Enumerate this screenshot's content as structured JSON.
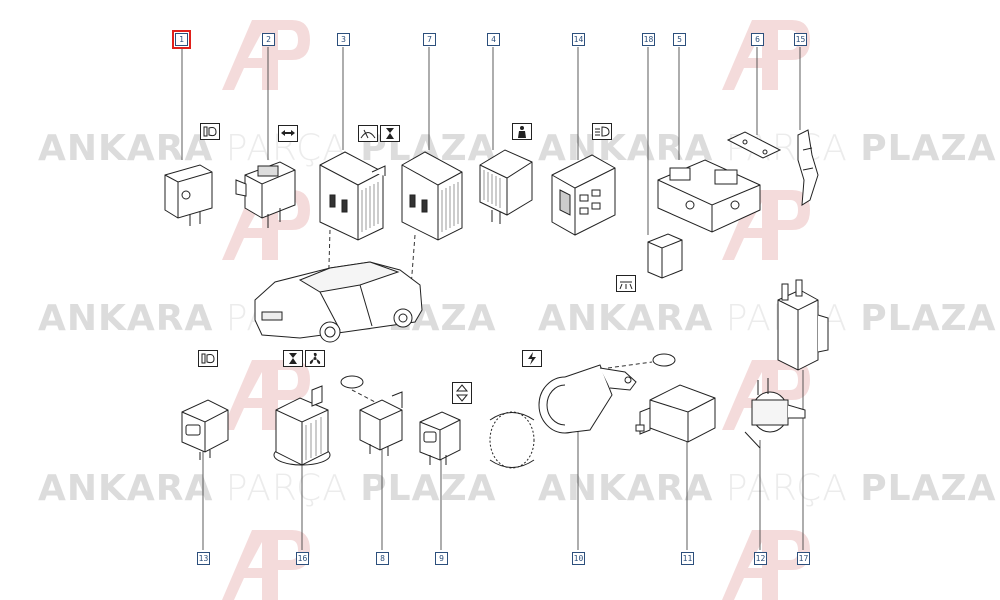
{
  "watermark": {
    "brand_bold": "ANKARA",
    "brand_light": "PARÇA",
    "brand_bold2": "PLAZA",
    "logo": "AP"
  },
  "diagram": {
    "selected_callout": "1",
    "callouts": [
      "1",
      "2",
      "3",
      "7",
      "4",
      "14",
      "18",
      "5",
      "6",
      "15",
      "13",
      "16",
      "8",
      "9",
      "10",
      "11",
      "12",
      "17"
    ]
  },
  "icons": {
    "headlamp": "headlamp-icon",
    "arrows": "direction-indicator-icon",
    "wiper": "wiper-icon",
    "timer": "timer-icon",
    "seatbelt": "seatbelt-icon",
    "fog": "fog-lamp-icon",
    "interior_light": "interior-light-icon",
    "fan": "fan-icon",
    "lamp_bulb": "lamp-icon",
    "up_down": "up-down-icon",
    "flash": "flash-icon"
  }
}
